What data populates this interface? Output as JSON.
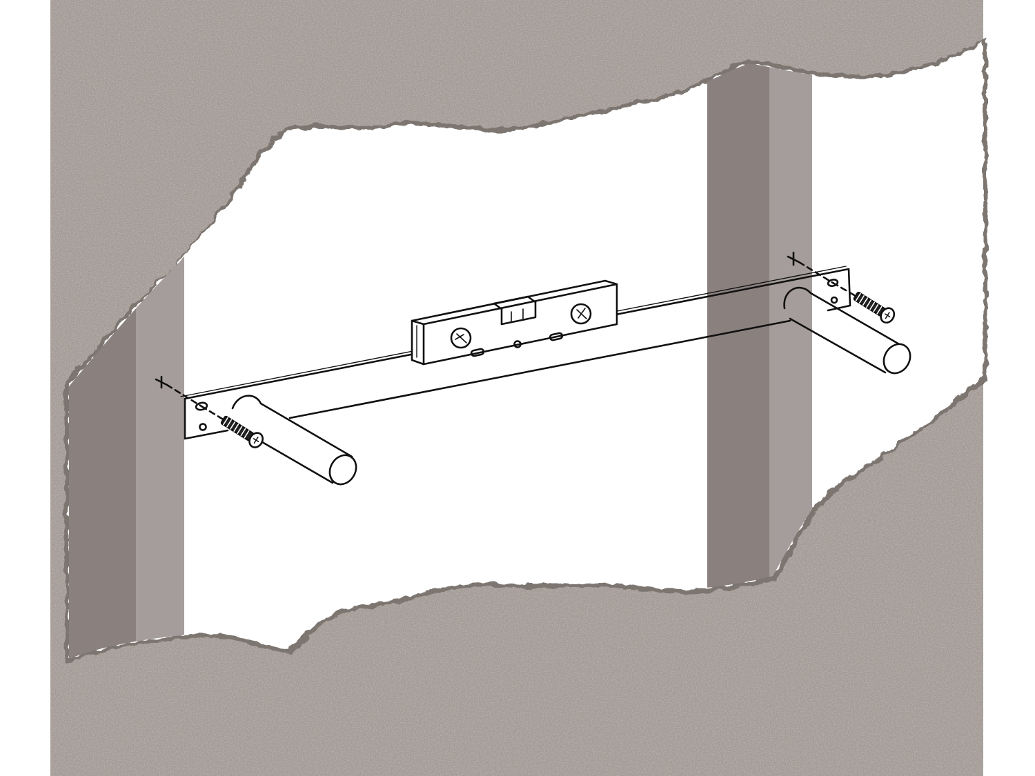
{
  "diagram": {
    "kind": "wall-mounting-illustration",
    "labels": [],
    "parts": {
      "wall": "textured-plaster-wall",
      "studs": [
        "left-stud",
        "right-stud"
      ],
      "bracket": "floating-shelf-bracket-rail",
      "pins": [
        "left-support-pin",
        "right-support-pin"
      ],
      "screws": [
        "left-mounting-screw",
        "right-mounting-screw"
      ],
      "tool": "spirit-level"
    },
    "colors": {
      "plaster": "#a49b96",
      "plaster_light": "#beb6b1",
      "plaster_dark": "#7c7470",
      "stud_face": "#a59d9b",
      "stud_side": "#8a817f",
      "line": "#111111",
      "background": "#ffffff"
    }
  }
}
